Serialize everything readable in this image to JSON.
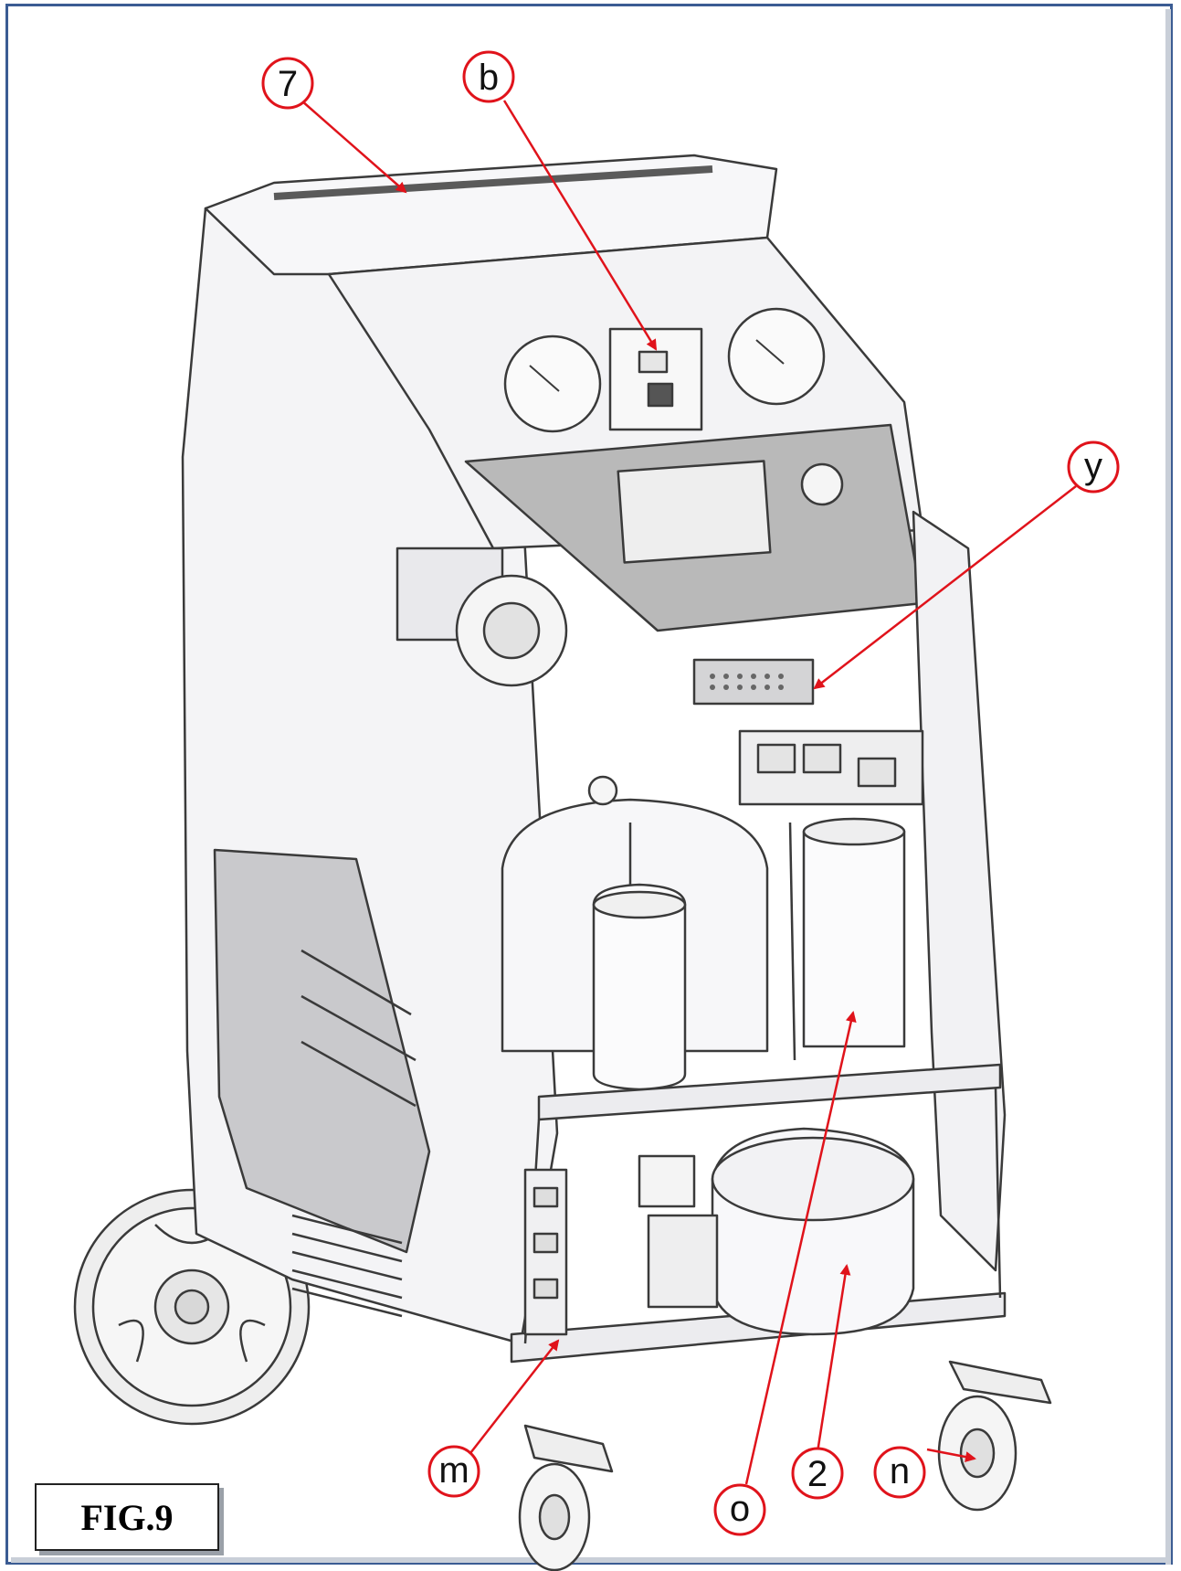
{
  "figure": {
    "label": "FIG.9",
    "colors": {
      "callout_red": "#e0131b",
      "frame_blue": "#3b5c93",
      "machine_outline": "#3a3a3a",
      "machine_fill": "#f1f1f4",
      "panel_gray": "#b9b9b9"
    },
    "callouts": [
      {
        "id": "7",
        "text": "7"
      },
      {
        "id": "b",
        "text": "b"
      },
      {
        "id": "y",
        "text": "y"
      },
      {
        "id": "m",
        "text": "m"
      },
      {
        "id": "o",
        "text": "o"
      },
      {
        "id": "2",
        "text": "2"
      },
      {
        "id": "n",
        "text": "n"
      }
    ]
  }
}
